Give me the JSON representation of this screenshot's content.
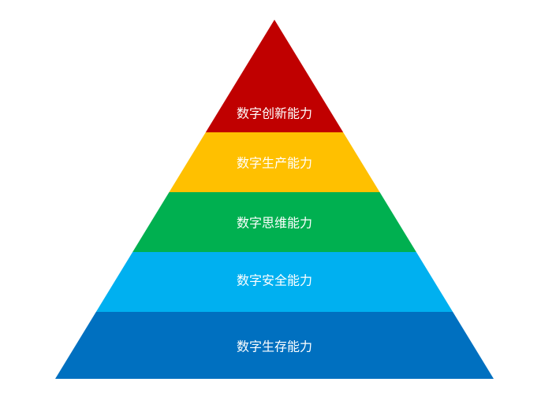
{
  "pyramid": {
    "layers": [
      {
        "label": "数字创新能力",
        "color": "#C00000"
      },
      {
        "label": "数字生产能力",
        "color": "#FFC000"
      },
      {
        "label": "数字思维能力",
        "color": "#00B050"
      },
      {
        "label": "数字安全能力",
        "color": "#00B0F0"
      },
      {
        "label": "数字生存能力",
        "color": "#0070C0"
      }
    ]
  }
}
